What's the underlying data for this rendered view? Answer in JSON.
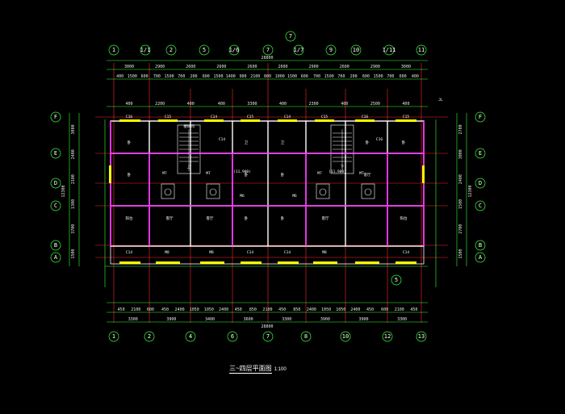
{
  "title": {
    "main": "三~四层平面图",
    "scale": "1:100"
  },
  "axes": {
    "top": [
      "1",
      "1/1",
      "2",
      "5",
      "1/6",
      "7",
      "1/7",
      "9",
      "10",
      "1/11",
      "11"
    ],
    "bottom": [
      "1",
      "2",
      "4",
      "6",
      "7",
      "8",
      "10",
      "12",
      "13"
    ],
    "left": [
      "F",
      "E",
      "D",
      "C",
      "B",
      "A"
    ],
    "right": [
      "F",
      "E",
      "D",
      "C",
      "B",
      "A"
    ],
    "marker_top": "7",
    "marker_bottom": "5"
  },
  "dims": {
    "top_total": "28800",
    "top_major": [
      "3000",
      "2900",
      "2600",
      "2600",
      "2600",
      "2600",
      "2900",
      "2600",
      "2900",
      "3000"
    ],
    "top_minor": [
      "400",
      "1500",
      "600",
      "700",
      "1500",
      "700",
      "200",
      "600",
      "1500",
      "1400",
      "900",
      "2100",
      "800",
      "1000",
      "1500",
      "600",
      "700",
      "1500",
      "700",
      "200",
      "600",
      "1500",
      "700",
      "600",
      "400"
    ],
    "top_row3": [
      "400",
      "2200",
      "400",
      "400",
      "3300",
      "400",
      "2300",
      "400",
      "2500",
      "400"
    ],
    "bottom_total": "28800",
    "bottom_major": [
      "3300",
      "3900",
      "3400",
      "3600",
      "3300",
      "3900",
      "3900",
      "3300"
    ],
    "bottom_minor": [
      "450",
      "2100",
      "600",
      "450",
      "2400",
      "1050",
      "1050",
      "2400",
      "450",
      "850",
      "2100",
      "450",
      "850",
      "2400",
      "1050",
      "1050",
      "2400",
      "450",
      "600",
      "2100",
      "450"
    ],
    "left": [
      "3000",
      "2400",
      "2100",
      "1300",
      "3700",
      "1500"
    ],
    "left_total": "12300",
    "right": [
      "2700",
      "3000",
      "2400",
      "1500",
      "2700",
      "1500"
    ],
    "right_total": "12300"
  },
  "labels": {
    "windows_top": [
      "C16",
      "C15",
      "C14",
      "C15",
      "C14",
      "C15",
      "C16",
      "C15",
      "C14",
      "C16"
    ],
    "windows_bottom": [
      "C14",
      "M8",
      "M8",
      "C14",
      "C14",
      "M8",
      "C14"
    ],
    "rooms": [
      "卧",
      "卧",
      "客厅",
      "客厅",
      "卫",
      "卫",
      "卧",
      "卧",
      "卧",
      "卧",
      "阳台",
      "阳台",
      "卧",
      "卧",
      "客厅",
      "客厅"
    ],
    "doors": [
      "M7",
      "M7",
      "M6",
      "M6",
      "M7",
      "M7"
    ],
    "notes": [
      "楼梯间",
      "上",
      "下",
      "(11.900)",
      "(11.900)",
      "JL"
    ]
  }
}
